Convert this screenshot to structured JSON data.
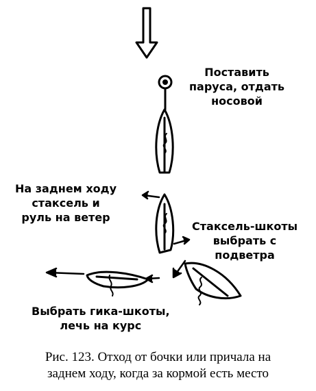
{
  "labels": {
    "set_sails": [
      "Поставить",
      "паруса, отдать",
      "носовой"
    ],
    "reverse": [
      "На заднем ходу",
      "стаксель и",
      "руль на ветер"
    ],
    "jib_sheets": [
      "Стаксель-шкоты",
      "выбрать с",
      "подветра"
    ],
    "main_sheets": [
      "Выбрать гика-шкоты,",
      "лечь на курс"
    ]
  },
  "caption": [
    "Рис. 123. Отход от бочки или причала на",
    "заднем ходу, когда за кормой есть место"
  ],
  "colors": {
    "ink": "#000000",
    "background": "#ffffff"
  }
}
